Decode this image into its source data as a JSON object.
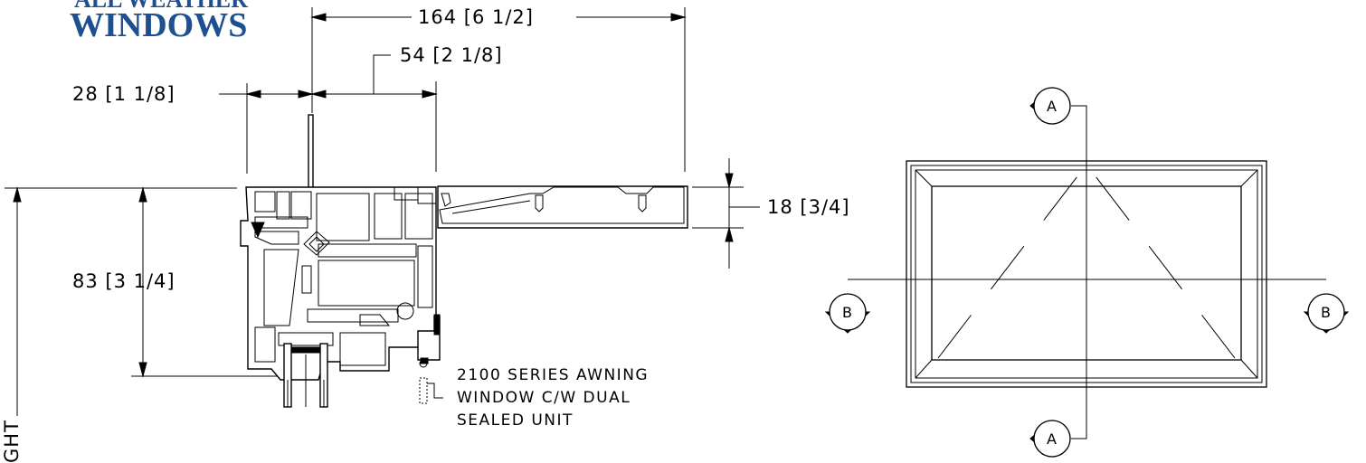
{
  "logo": {
    "line1": "ALL WEATHER",
    "line2": "WINDOWS",
    "color": "#1d4f91"
  },
  "dimensions": {
    "overall_width": "164 [6 1/2]",
    "frame_depth": "54 [2 1/8]",
    "sash_offset": "28 [1 1/8]",
    "extension_thickness": "18 [3/4]",
    "frame_height": "83 [3 1/4]"
  },
  "note": {
    "line1": "2100 SERIES AWNING",
    "line2": "WINDOW C/W DUAL",
    "line3": "SEALED UNIT"
  },
  "side_label": "GHT",
  "section_marks": {
    "a_top": "A",
    "a_bottom": "A",
    "b_left": "B",
    "b_right": "B"
  }
}
